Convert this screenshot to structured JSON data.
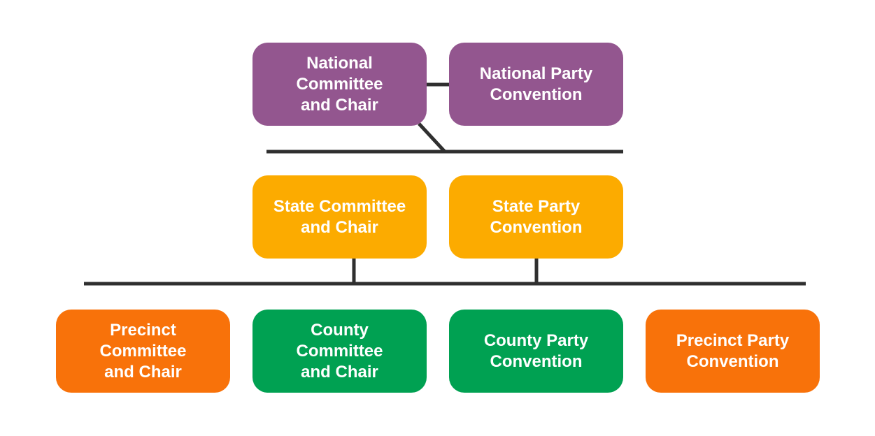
{
  "diagram": {
    "nodes": {
      "national_committee": "National\nCommittee\nand Chair",
      "national_convention": "National Party\nConvention",
      "state_committee": "State Committee\nand Chair",
      "state_convention": "State Party\nConvention",
      "precinct_committee": "Precinct\nCommittee\nand Chair",
      "county_committee": "County\nCommittee\nand Chair",
      "county_convention": "County Party\nConvention",
      "precinct_convention": "Precinct Party\nConvention"
    },
    "colors": {
      "national": "#93568f",
      "state": "#fcab00",
      "county": "#00a152",
      "precinct": "#f8720a",
      "connector": "#2f2f2f"
    }
  }
}
